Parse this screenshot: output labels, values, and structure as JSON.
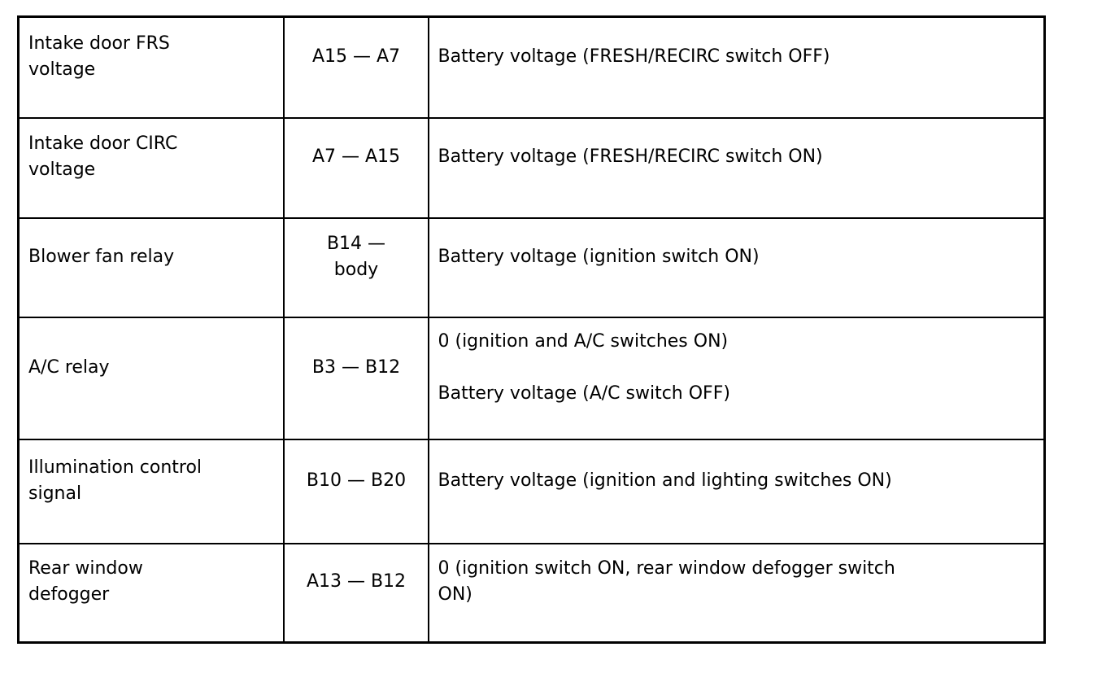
{
  "colors": {
    "border": "#000000",
    "background": "#ffffff",
    "text": "#000000"
  },
  "table": {
    "rows": [
      {
        "item": "Intake door FRS\nvoltage",
        "terminal": "A15 — A7",
        "condition": "Battery voltage (FRESH/RECIRC switch OFF)"
      },
      {
        "item": "Intake door CIRC\nvoltage",
        "terminal": "A7 — A15",
        "condition": "Battery voltage (FRESH/RECIRC switch ON)"
      },
      {
        "item": "Blower fan relay",
        "terminal": "B14 —\nbody",
        "condition": "Battery voltage (ignition switch ON)"
      },
      {
        "item": "A/C relay",
        "terminal": "B3 — B12",
        "condition": "0 (ignition and A/C switches ON)\n\nBattery voltage (A/C switch OFF)"
      },
      {
        "item": "Illumination control\nsignal",
        "terminal": "B10 — B20",
        "condition": "Battery voltage (ignition and lighting switches ON)"
      },
      {
        "item": "Rear window\ndefogger",
        "terminal": "A13 — B12",
        "condition": "0 (ignition switch ON, rear window defogger switch\nON)"
      }
    ]
  }
}
